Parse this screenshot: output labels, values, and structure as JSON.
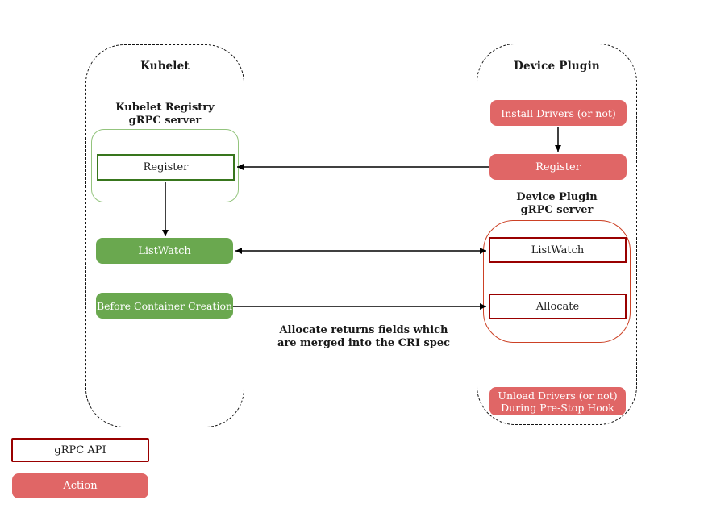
{
  "kubelet": {
    "title": "Kubelet",
    "registry_server": {
      "label_line1": "Kubelet Registry",
      "label_line2": "gRPC server"
    },
    "register": "Register",
    "listwatch": "ListWatch",
    "before_container_creation": "Before Container Creation"
  },
  "device_plugin": {
    "title": "Device Plugin",
    "install_drivers": "Install Drivers (or not)",
    "register": "Register",
    "grpc_server": {
      "label_line1": "Device Plugin",
      "label_line2": "gRPC server"
    },
    "listwatch": "ListWatch",
    "allocate": "Allocate",
    "unload_drivers_line1": "Unload Drivers (or not)",
    "unload_drivers_line2": "During Pre-Stop Hook"
  },
  "annotation": {
    "line1": "Allocate returns fields which",
    "line2": "are merged into the CRI spec"
  },
  "legend": {
    "grpc_api": "gRPC API",
    "action": "Action"
  },
  "colors": {
    "action_fill_red": "#e06666",
    "action_fill_green": "#6aa84f",
    "grpc_api_border_green": "#38761d",
    "grpc_server_border_green": "#93c47d",
    "grpc_api_border_red": "#990000",
    "grpc_server_border_red": "#cc4125",
    "container_dash": "#111111",
    "arrow": "#000000"
  }
}
